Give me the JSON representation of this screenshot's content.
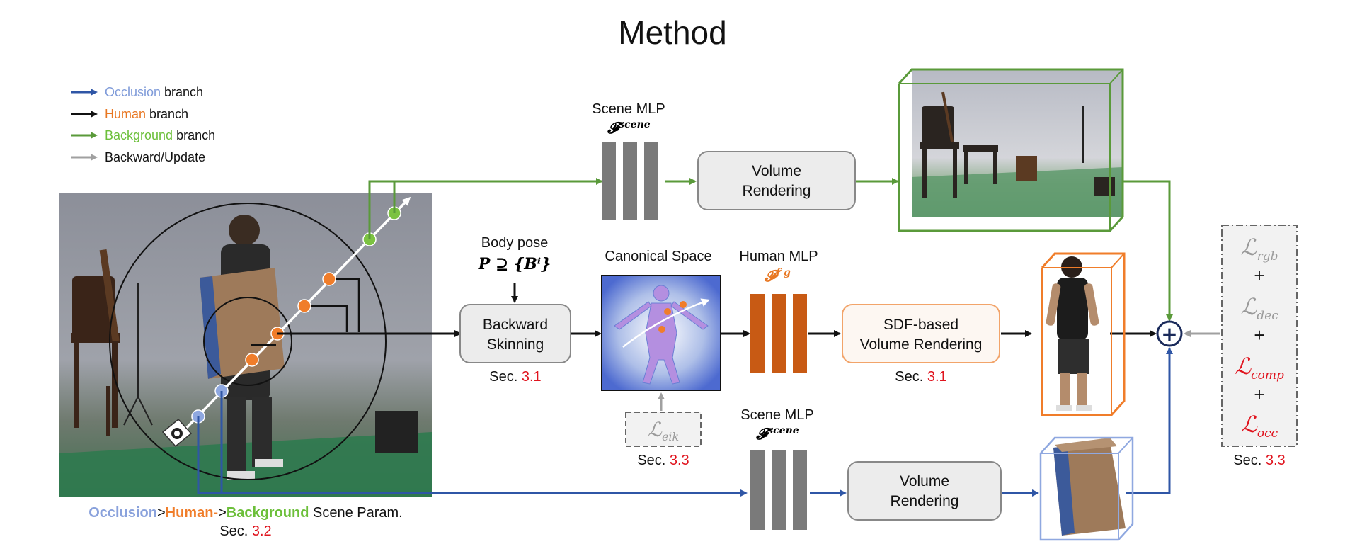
{
  "title": "Method",
  "legend": [
    {
      "color_word": "Occlusion",
      "rest": " branch",
      "color": "#2f56a6",
      "word_color": "#7f9bd9"
    },
    {
      "color_word": "Human",
      "rest": " branch",
      "color": "#111111",
      "word_color": "#e87722"
    },
    {
      "color_word": "Background",
      "rest": " branch",
      "color": "#5a9a3a",
      "word_color": "#6cbf3a"
    },
    {
      "color_word": "",
      "rest": "Backward/Update",
      "color": "#a0a0a0",
      "word_color": "#111111"
    }
  ],
  "scene_param": {
    "occlusion": "Occlusion",
    "sep1": ">",
    "human": "Human-",
    "sep2": ">",
    "background": "Background",
    "rest": " Scene Param.",
    "sec_prefix": "Sec. ",
    "sec_num": "3.2"
  },
  "body_pose": {
    "label": "Body pose",
    "formula": "P ⊇ {Bⁱ}"
  },
  "backward_skinning": {
    "line1": "Backward",
    "line2": "Skinning",
    "sec_prefix": "Sec. ",
    "sec_num": "3.1"
  },
  "canonical_space": {
    "label": "Canonical Space"
  },
  "eik_loss": {
    "symbol": "ℒ",
    "sub": "eik",
    "sec_prefix": "Sec. ",
    "sec_num": "3.3"
  },
  "scene_mlp_top": {
    "label": "Scene MLP",
    "symbol": "𝓕",
    "sup": "scene"
  },
  "human_mlp": {
    "label": "Human MLP",
    "symbol": "𝓕",
    "sup": "f g"
  },
  "scene_mlp_bottom": {
    "label": "Scene MLP",
    "symbol": "𝓕",
    "sup": "scene"
  },
  "volume_rendering_top": {
    "line1": "Volume",
    "line2": "Rendering"
  },
  "sdf_rendering": {
    "line1": "SDF-based",
    "line2": "Volume Rendering",
    "sec_prefix": "Sec. ",
    "sec_num": "3.1"
  },
  "volume_rendering_bottom": {
    "line1": "Volume",
    "line2": "Rendering"
  },
  "losses": {
    "items": [
      {
        "symbol": "ℒ",
        "sub": "rgb",
        "color": "#9a9a9a"
      },
      {
        "symbol": "ℒ",
        "sub": "dec",
        "color": "#9a9a9a"
      },
      {
        "symbol": "ℒ",
        "sub": "comp",
        "color": "#e0141e"
      },
      {
        "symbol": "ℒ",
        "sub": "occ",
        "color": "#e0141e"
      }
    ],
    "plus": "+",
    "sec_prefix": "Sec. ",
    "sec_num": "3.3"
  },
  "combine_symbol": "+",
  "colors": {
    "occlusion_line": "#2f56a6",
    "background_line": "#5a9a3a",
    "human_line": "#111111",
    "update_line": "#a0a0a0",
    "human_mlp_bar": "#c85a14",
    "scene_mlp_bar": "#7a7a7a",
    "point_orange": "#f07d2a",
    "point_green": "#7cc242",
    "point_blue": "#8fa8e0",
    "sdf_box_border": "#f2a46a",
    "section_red": "#e0141e"
  }
}
